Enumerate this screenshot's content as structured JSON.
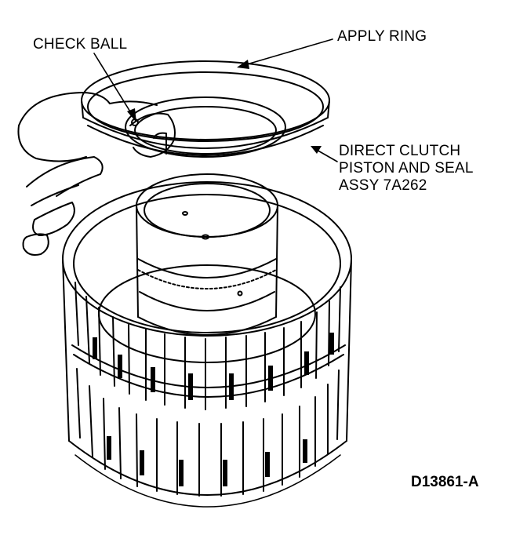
{
  "labels": {
    "check_ball": "CHECK BALL",
    "apply_ring": "APPLY RING",
    "piston_line1": "DIRECT CLUTCH",
    "piston_line2": "PISTON AND SEAL",
    "piston_line3": "ASSY 7A262"
  },
  "figure_id": "D13861-A",
  "colors": {
    "ink": "#000000",
    "paper": "#ffffff"
  }
}
